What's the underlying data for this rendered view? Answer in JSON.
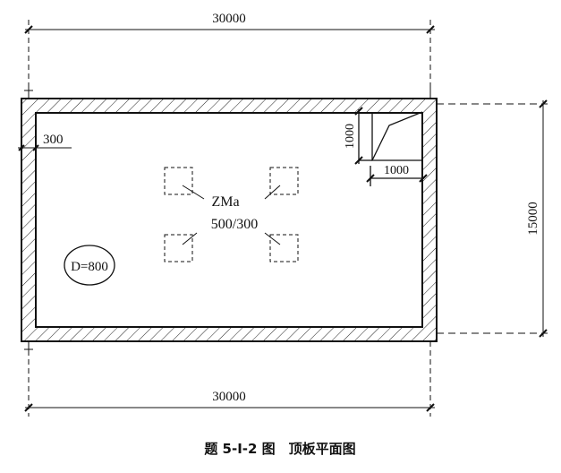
{
  "dimensions": {
    "top_length": "30000",
    "bottom_length": "30000",
    "right_height": "15000",
    "wall_thickness": "300",
    "opening_height": "1000",
    "opening_width": "1000"
  },
  "labels": {
    "column_label": "ZMa",
    "column_size": "500/300",
    "hole_label": "D=800"
  },
  "caption": "题 5-Ⅰ-2 图　顶板平面图"
}
